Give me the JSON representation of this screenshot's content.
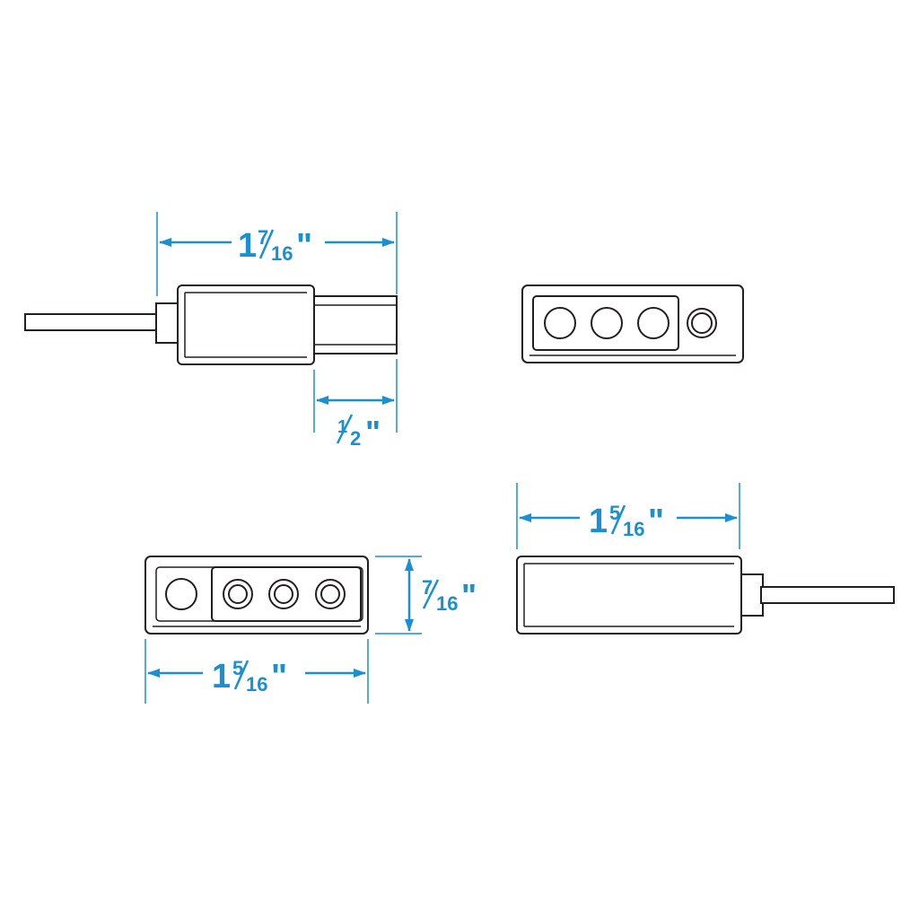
{
  "dimensions": {
    "top_length": {
      "whole": "1",
      "num": "7",
      "den": "16",
      "mark": "\""
    },
    "top_insert": {
      "num": "1",
      "den": "2",
      "mark": "\""
    },
    "bottom_left_width": {
      "whole": "1",
      "num": "5",
      "den": "16",
      "mark": "\""
    },
    "bottom_left_height": {
      "num": "7",
      "den": "16",
      "mark": "\""
    },
    "bottom_right_width": {
      "whole": "1",
      "num": "5",
      "den": "16",
      "mark": "\""
    }
  },
  "colors": {
    "dimension": "#1a8fd1",
    "outline": "#231f20",
    "background": "#ffffff"
  }
}
